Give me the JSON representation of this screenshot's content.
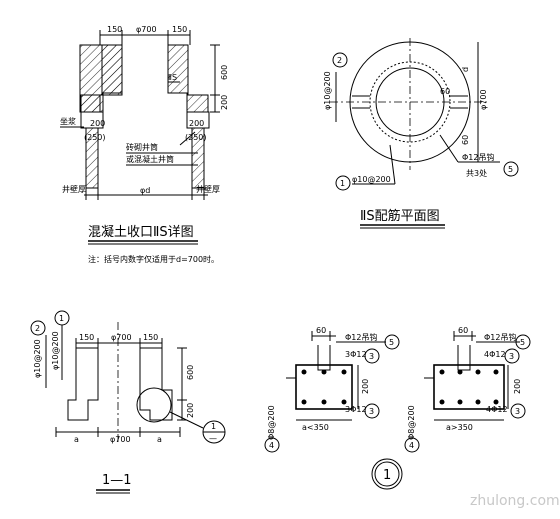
{
  "detail": {
    "title": "混凝土收口ⅡS详图",
    "note": "注：括号内数字仅适用于d=700时。",
    "dim_top": [
      "150",
      "φ700",
      "150"
    ],
    "dim_side": [
      "600",
      "200"
    ],
    "label_section": "ⅡS",
    "dims_step": [
      "200",
      "(250)",
      "200",
      "(250)"
    ],
    "label_mortar": "坐浆",
    "label_wall1": "砖砌井筒",
    "label_wall2": "或混凝土井筒",
    "label_wall_thk": "井壁厚",
    "label_d": "φd"
  },
  "plan": {
    "title": "ⅡS配筋平面图",
    "rebar_radial": "φ10@200",
    "rebar_ring": "φ10@200",
    "d_label": "d",
    "dim_700": "φ700",
    "dim_60a": "60",
    "dim_60b": "60",
    "hook": "Φ12吊钩",
    "hook_count": "共3处",
    "circle_1": "1",
    "circle_2": "2",
    "circle_5": "5"
  },
  "section": {
    "title": "1—1",
    "dims_top": [
      "150",
      "φ700",
      "150"
    ],
    "dim_600": "600",
    "dim_200": "200",
    "dim_a_left": "a",
    "dim_700": "φ700",
    "dim_a_right": "a",
    "rebar_1": "φ10@200",
    "rebar_2": "φ10@200",
    "circle_1": "1",
    "circle_2": "2",
    "ref_num": "1",
    "ref_sheet": "—"
  },
  "detail_a": {
    "dim_60": "60",
    "hook": "Φ12吊钩",
    "rebar_top": "3Φ12",
    "dim_200": "200",
    "rebar_bot": "3Φ12",
    "stirrup": "Φ8@200",
    "cond": "a<350",
    "c5": "5",
    "c3a": "3",
    "c3b": "3",
    "c4": "4"
  },
  "detail_b": {
    "dim_60": "60",
    "hook": "Φ12吊钩",
    "rebar_top": "4Φ12",
    "dim_200": "200",
    "rebar_bot": "4Φ12",
    "stirrup": "Φ8@200",
    "cond": "a>350",
    "c5": "5",
    "c3a": "3",
    "c3b": "3",
    "c4": "4"
  },
  "detail_number": "1",
  "watermark": "zhulong.com"
}
